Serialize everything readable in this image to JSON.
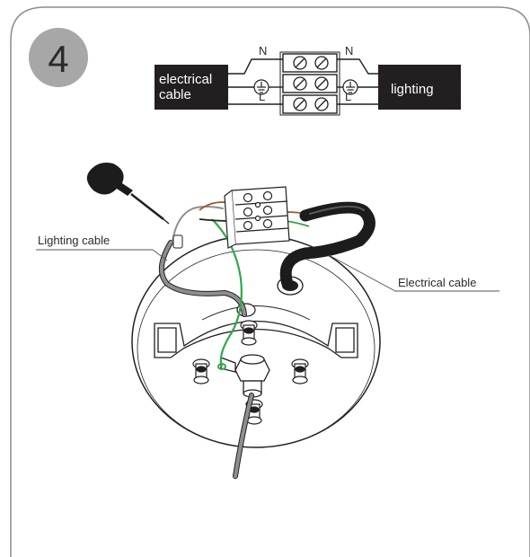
{
  "step": {
    "number": "4"
  },
  "schematic": {
    "left_box": [
      "electrical",
      "cable"
    ],
    "right_box": "lighting",
    "left_labels": {
      "neutral": "N",
      "live": "L"
    },
    "right_labels": {
      "neutral": "N",
      "live": "L"
    }
  },
  "callouts": {
    "lighting_cable": "Lighting cable",
    "electrical_cable": "Electrical cable"
  },
  "colors": {
    "frame": "#8c8c8c",
    "badge": "#a7a7a7",
    "box": "#231f20",
    "ground_wire": "#2da84a",
    "brown_wire": "#9a5a2a",
    "grey_cable": "#8e8e8e",
    "black_cable": "#1c1c1c"
  },
  "icons": {
    "ground": "earth-ground-icon",
    "screwdriver": "screwdriver-icon"
  }
}
